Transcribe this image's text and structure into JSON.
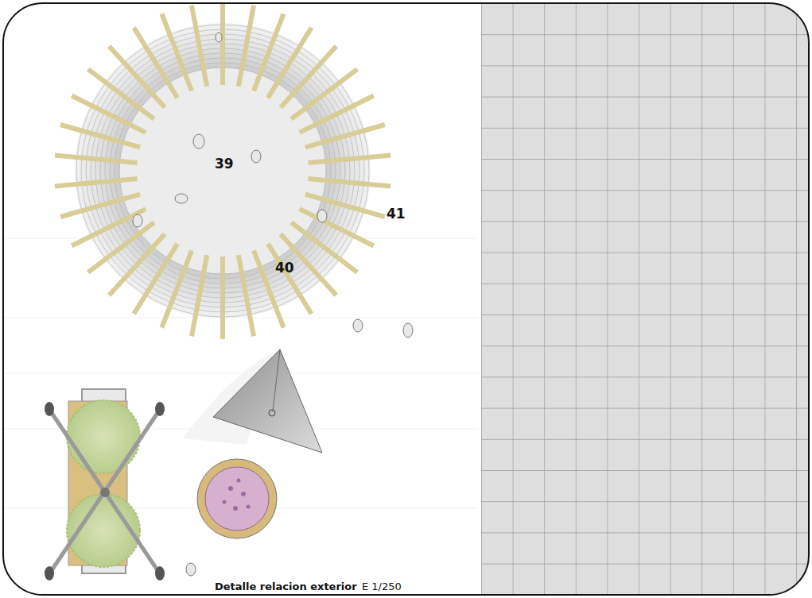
{
  "diagram": {
    "caption": "Detalle relacion exterior",
    "labels": [
      "39",
      "41",
      "40",
      "E 1/250"
    ]
  }
}
